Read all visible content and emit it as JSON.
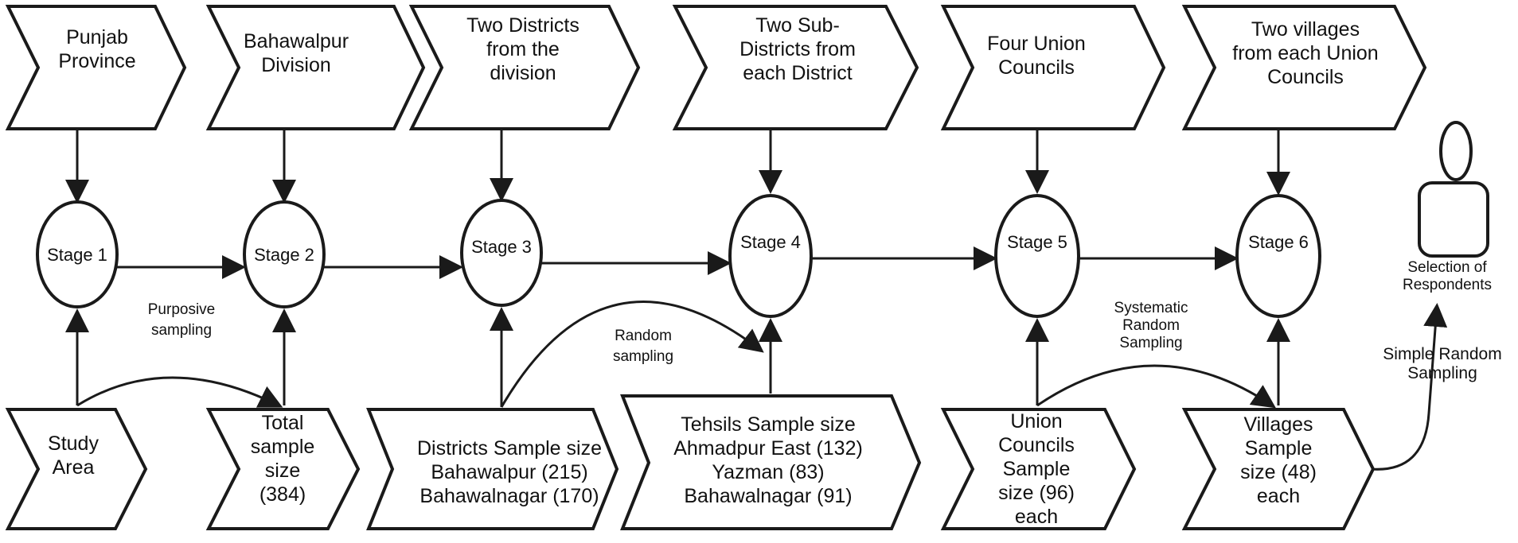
{
  "top_boxes": [
    {
      "lines": [
        "Punjab",
        "Province"
      ]
    },
    {
      "lines": [
        "Bahawalpur",
        "Division"
      ]
    },
    {
      "lines": [
        "Two Districts",
        "from the",
        "division"
      ]
    },
    {
      "lines": [
        "Two Sub-",
        "Districts from",
        "each District"
      ]
    },
    {
      "lines": [
        "Four Union",
        "Councils"
      ]
    },
    {
      "lines": [
        "Two villages",
        "from each Union",
        "Councils"
      ]
    }
  ],
  "stages": [
    {
      "label": "Stage 1"
    },
    {
      "label": "Stage 2"
    },
    {
      "label": "Stage 3"
    },
    {
      "label": "Stage 4"
    },
    {
      "label": "Stage 5"
    },
    {
      "label": "Stage 6"
    }
  ],
  "bottom_boxes": [
    {
      "lines": [
        "Study",
        "Area"
      ]
    },
    {
      "lines": [
        "Total",
        "sample",
        "size",
        "(384)"
      ]
    },
    {
      "lines": [
        "Districts Sample size",
        "Bahawalpur (215)",
        "Bahawalnagar (170)"
      ]
    },
    {
      "lines": [
        "Tehsils Sample size",
        "Ahmadpur East (132)",
        "Yazman (83)",
        "Bahawalnagar (91)"
      ]
    },
    {
      "lines": [
        "Union",
        "Councils",
        "Sample",
        "size (96)",
        "each"
      ]
    },
    {
      "lines": [
        "Villages",
        "Sample",
        "size (48)",
        "each"
      ]
    }
  ],
  "sampling_labels": {
    "purposive": [
      "Purposive",
      "sampling"
    ],
    "random": [
      "Random",
      "sampling"
    ],
    "systematic": [
      "Systematic",
      "Random",
      "Sampling"
    ],
    "simple_random": [
      "Simple Random",
      "Sampling"
    ]
  },
  "respondents": {
    "label": [
      "Selection of",
      "Respondents"
    ],
    "icon": "person-icon"
  },
  "colors": {
    "stroke": "#1a1a1a",
    "fill": "#ffffff",
    "text": "#111111"
  }
}
